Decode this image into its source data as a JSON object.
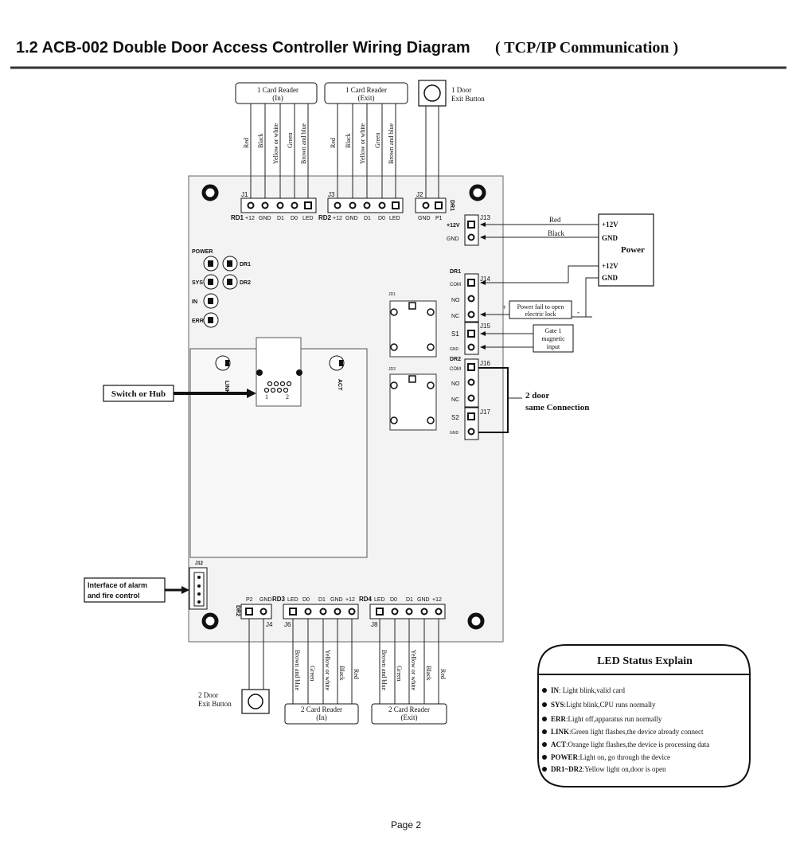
{
  "header": {
    "title": "1.2 ACB-002 Double Door Access Controller Wiring Diagram",
    "subtitle": "( TCP/IP Communication )"
  },
  "readers": {
    "r1_in_top": "1 Card Reader",
    "r1_in_bot": "(In)",
    "r1_exit_top": "1 Card Reader",
    "r1_exit_bot": "(Exit)",
    "r2_in_top": "2 Card Reader",
    "r2_in_bot": "(In)",
    "r2_exit_top": "2 Card Reader",
    "r2_exit_bot": "(Exit)"
  },
  "wires": {
    "red": "Red",
    "black": "Black",
    "yellow": "Yellow or white",
    "green": "Green",
    "brown": "Brown and blue"
  },
  "exit": {
    "door1_a": "1 Door",
    "door1_b": "Exit Button",
    "door2_a": "2 Door",
    "door2_b": "Exit Button"
  },
  "connectors": {
    "j1": "J1",
    "j2": "J2",
    "j3": "J3",
    "j4": "J4",
    "j6": "J6",
    "j8": "J8",
    "j12": "J12",
    "j13": "J13",
    "j14": "J14",
    "j15": "J15",
    "j16": "J16",
    "j17": "J17",
    "rd1": "RD1",
    "rd2": "RD2",
    "rd3": "RD3",
    "rd4": "RD4",
    "dr1": "DR1",
    "dr2": "DR2",
    "p1": "P1",
    "p2": "P2",
    "gnd": "GND",
    "plus12": "+12",
    "plus12v": "+12V",
    "d0": "D0",
    "d1": "D1",
    "led": "LED",
    "com": "COM",
    "no": "NO",
    "nc": "NC",
    "s1": "S1",
    "s2": "S2",
    "gnd_small": "GND",
    "jd1": "JD1",
    "jd2": "JD2"
  },
  "leds": {
    "power": "POWER",
    "sys": "SYS",
    "in": "IN",
    "err": "ERR",
    "dr1": "DR1",
    "dr2": "DR2",
    "link": "LINK",
    "act": "ACT"
  },
  "power_box": {
    "title": "Power",
    "v1": "+12V",
    "g1": "GND",
    "v2": "+12V",
    "g2": "GND",
    "red": "Red",
    "black": "Black"
  },
  "notes": {
    "fail_a": "Power fail to open",
    "fail_b": "electric lock",
    "plus": "+",
    "minus": "-",
    "gate_a": "Gate 1",
    "gate_b": "magnetic",
    "gate_c": "input",
    "door2_a": "2 door",
    "door2_b": "same Connection"
  },
  "labels": {
    "switch": "Switch or Hub",
    "alarm_a": "Interface of alarm",
    "alarm_b": "and fire control",
    "rj_1": "1",
    "rj_2": "2"
  },
  "led_status": {
    "title": "LED Status Explain",
    "items": [
      {
        "key": "IN",
        "text": ": Light blink,valid card"
      },
      {
        "key": "SYS",
        "text": ":Light blink,CPU runs normally"
      },
      {
        "key": "ERR",
        "text": ":Light off,apparatus run normally"
      },
      {
        "key": "LINK",
        "text": ":Green light flashes,the device already connect"
      },
      {
        "key": "ACT",
        "text": ":Orange light flashes,the device is processing data"
      },
      {
        "key": "POWER",
        "text": ":Light on, go through the device"
      },
      {
        "key": "DR1~DR2",
        "text": ":Yellow light on,door is open"
      }
    ]
  },
  "footer": {
    "page": "Page 2"
  },
  "colors": {
    "ink": "#111111",
    "board": "#f3f3f3",
    "rule": "#333333"
  }
}
